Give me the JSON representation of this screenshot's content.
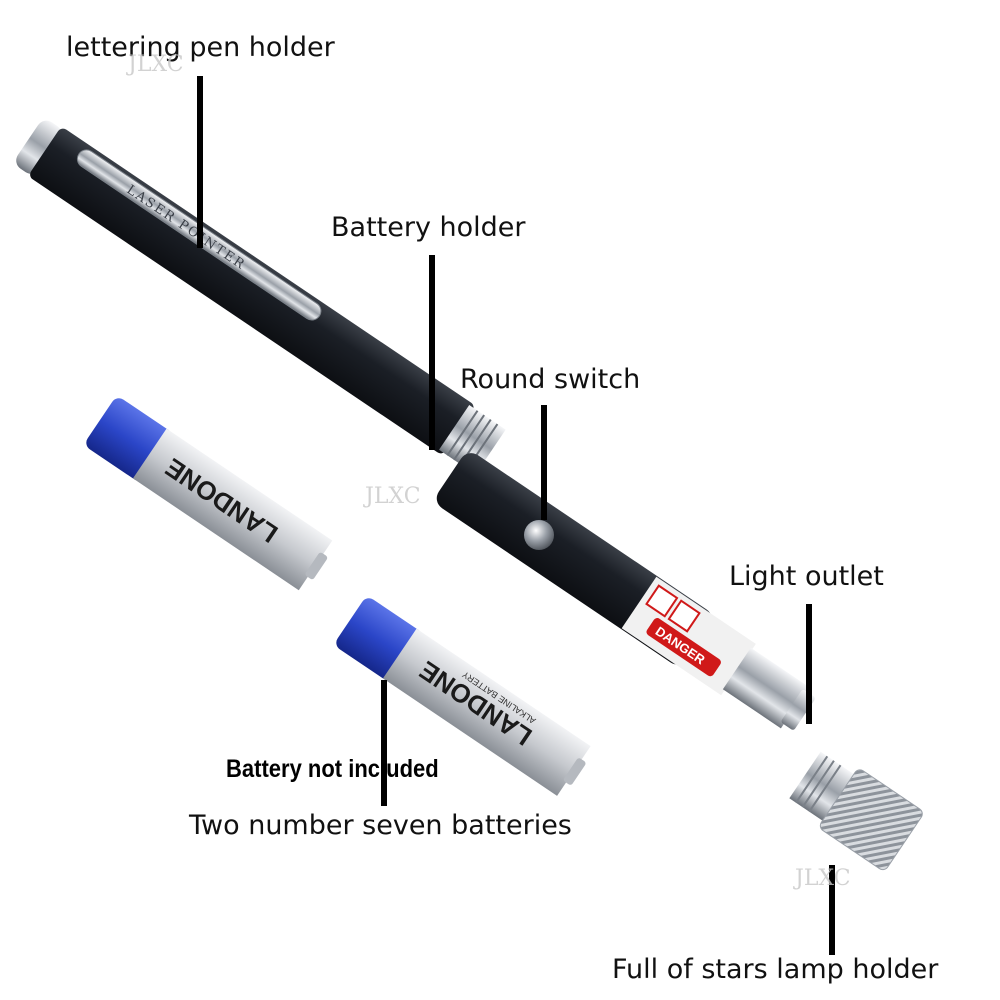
{
  "labels": {
    "lettering_pen_holder": "lettering pen holder",
    "battery_holder": "Battery holder",
    "round_switch": "Round switch",
    "light_outlet": "Light outlet",
    "batteries": "Two number seven batteries",
    "stars_lamp_holder": "Full of stars lamp holder"
  },
  "note": "Battery not included",
  "product": {
    "clip_text": "LASER POINTER",
    "danger_label": "DANGER"
  },
  "batteries": {
    "brand": "LANDONE",
    "type": "ALKALINE BATTERY"
  },
  "watermark": "JLXC",
  "colors": {
    "pen_body": "#1b1f26",
    "battery_cap": "#2b46c8",
    "danger_red": "#d01919"
  }
}
